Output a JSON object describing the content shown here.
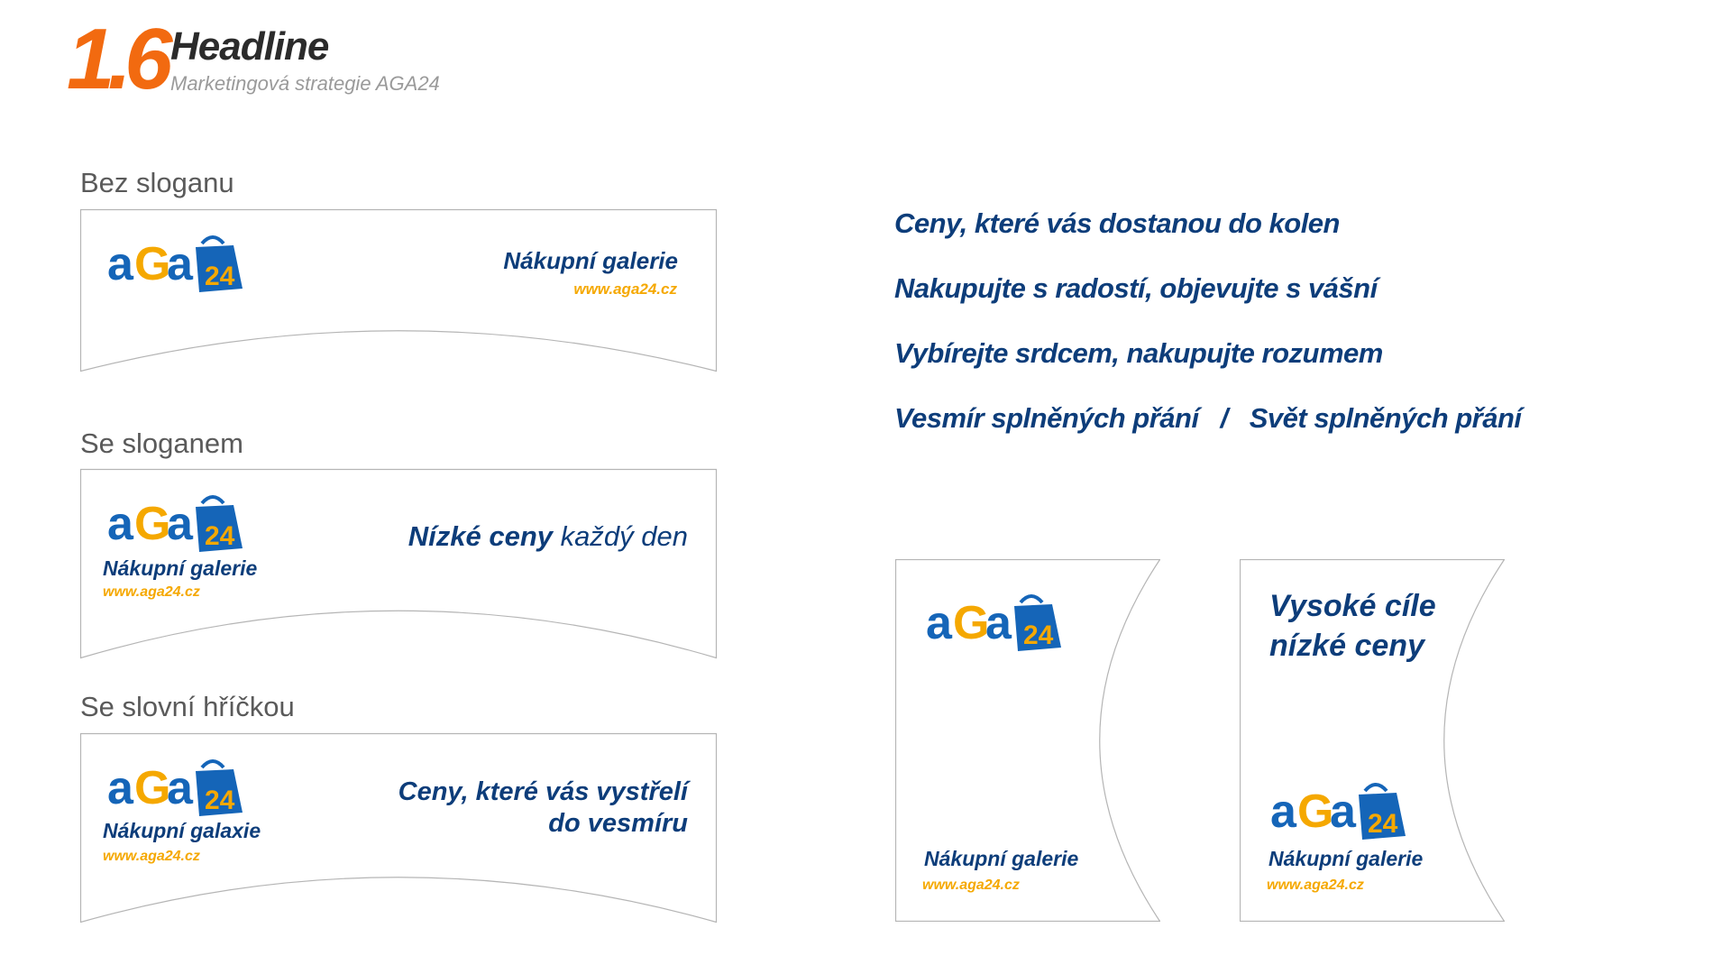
{
  "header": {
    "number": "1.6",
    "title": "Headline",
    "subtitle": "Marketingová strategie AGA24"
  },
  "colors": {
    "navy": "#0d3d7a",
    "orange": "#f26a10",
    "yellow": "#f5a800",
    "logo_blue": "#1565b8"
  },
  "logo": {
    "part_a1": "a",
    "part_g": "G",
    "part_a2": "a",
    "bag_number": "24",
    "icon": "shopping-bag-icon"
  },
  "sections": {
    "no_slogan": {
      "label": "Bez sloganu",
      "tagline": "Nákupní galerie",
      "url": "www.aga24.cz"
    },
    "with_slogan": {
      "label": "Se sloganem",
      "tagline": "Nákupní galerie",
      "url": "www.aga24.cz",
      "slogan_bold": "Nízké ceny",
      "slogan_rest": "každý den"
    },
    "wordplay": {
      "label": "Se slovní hříčkou",
      "tagline": "Nákupní galaxie",
      "url": "www.aga24.cz",
      "slogan_line1": "Ceny, které vás vystřelí",
      "slogan_line2": "do vesmíru"
    }
  },
  "headlines": [
    "Ceny, které vás dostanou do kolen",
    "Nakupujte s radostí, objevujte s vášní",
    "Vybírejte srdcem, nakupujte rozumem"
  ],
  "headline_pair": {
    "left": "Vesmír splněných přání",
    "separator": "/",
    "right": "Svět splněných přání"
  },
  "vertical_cards": {
    "plain": {
      "tagline": "Nákupní galerie",
      "url": "www.aga24.cz"
    },
    "slogan": {
      "line1": "Vysoké cíle",
      "line2": "nízké ceny",
      "tagline": "Nákupní galerie",
      "url": "www.aga24.cz"
    }
  }
}
